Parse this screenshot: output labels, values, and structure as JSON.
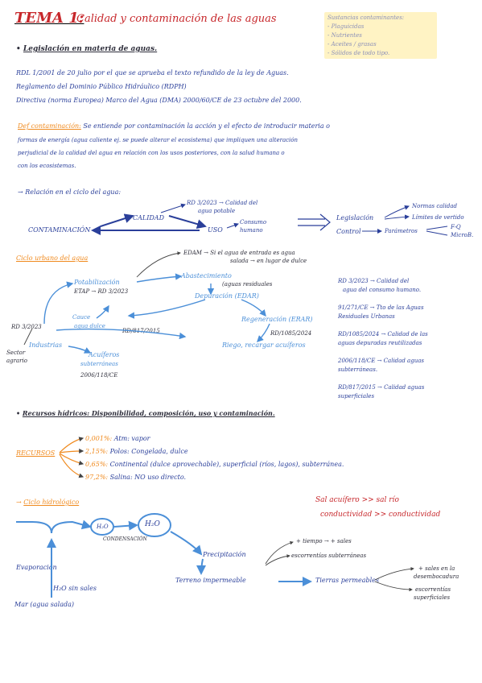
{
  "colors": {
    "title": "#c7272b",
    "text": "#2a3f9a",
    "accent": "#f08a1e",
    "arrow": "#4b8fd8",
    "note": "#c7272b",
    "sticky": "#fff3c4"
  },
  "title": {
    "prefix": "TEMA 1:",
    "rest": "Calidad y contaminación de las aguas"
  },
  "sticky": {
    "heading": "Sustancias contaminantes:",
    "items": [
      "- Plaguicidas",
      "- Nutrientes",
      "- Aceites / grasas",
      "- Sólidos de todo tipo."
    ]
  },
  "section1": {
    "heading": "Legislación en materia de aguas.",
    "lines": [
      "RDL 1/2001 de 20 julio por el que se aprueba el texto refundido de la ley de Aguas.",
      "Reglamento del Dominio Público Hidráulico (RDPH)",
      "Directiva (norma Europea) Marco del Agua (DMA) 2000/60/CE de 23 octubre del 2000."
    ]
  },
  "definition": {
    "label": "Def contaminación:",
    "lines": [
      "Se entiende por contaminación la acción y el efecto de introducir materia o",
      "formas de energía (agua caliente ej. se puede alterar el ecosistema) que impliquen una alteración",
      "perjudicial de la calidad del agua en relación con los usos posteriores, con la salud humana o",
      "con los ecosistemas."
    ]
  },
  "relacion": {
    "heading": "→ Relación en el ciclo del agua:",
    "rd": "RD 3/2023 → Calidad del",
    "rd2": "agua potable",
    "calidad": "CALIDAD",
    "contaminacion": "CONTAMINACIÓN",
    "uso": "USO",
    "consumo1": "Consumo",
    "consumo2": "humano",
    "legislacion": "Legislación",
    "control": "Control",
    "normas": "Normas calidad",
    "limites": "Límites de vertido",
    "parametros": "Parámetros",
    "fq": "F-Q",
    "micro": "MicroB."
  },
  "ciclo_urbano": {
    "heading": "Ciclo urbano del agua",
    "edam": "EDAM → Si el agua de entrada es agua",
    "edam2": "salada → en lugar de dulce",
    "potabilizacion": "Potabilización",
    "etap": "ETAP → RD 3/2023",
    "abastecimiento": "Abastecimiento",
    "aguas_residuales": "(aguas residuales",
    "depuracion": "Depuración (EDAR)",
    "regeneracion": "Regeneración (ERAR)",
    "rd1085": "RD/1085/2024",
    "riego": "Riego, recargar acuíferos",
    "cauce": "Cauce",
    "agua_dulce": "agua dulce",
    "rd817": "RD/817/2015",
    "rd3": "RD 3/2023",
    "industrias": "Industrias",
    "sector": "Sector",
    "agrario": "agrario",
    "acuiferos": "Acuíferos",
    "subterraneas": "subterráneas",
    "rd2006": "2006/118/CE",
    "refs": [
      {
        "a": "RD 3/2023 → Calidad del",
        "b": "agua del consumo humano."
      },
      {
        "a": "91/271/CE → Tto de las Aguas",
        "b": "Residuales Urbanas"
      },
      {
        "a": "RD/1085/2024 → Calidad de las",
        "b": "aguas depuradas reutilizadas"
      },
      {
        "a": "2006/118/CE → Calidad aguas",
        "b": "subterráneas."
      },
      {
        "a": "RD/817/2015 → Calidad aguas",
        "b": "superficiales"
      }
    ]
  },
  "section2": {
    "heading": "Recursos hídricos: Disponibilidad, composición, uso y contaminación.",
    "recursos": "RECURSOS",
    "items": [
      {
        "pct": "0,001%:",
        "text": "Atm: vapor"
      },
      {
        "pct": "2,15%:",
        "text": "Polos: Congelada, dulce"
      },
      {
        "pct": "0,65%:",
        "text": "Continental (dulce aprovechable), superficial (ríos, lagos), subterránea."
      },
      {
        "pct": "97,2%:",
        "text": "Salina: NO uso directo."
      }
    ]
  },
  "hidro": {
    "heading": "Ciclo hidrológico",
    "note1": "Sal acuífero >> sal río",
    "note2": "conductividad >> conductividad",
    "h2o": "H₂O",
    "h2o_b": "H₂O",
    "condensacion": "CONDENSACIÓN",
    "precipitacion": "Precipitación",
    "evaporacion": "Evaporación",
    "h2o_sin": "H₂O sin sales",
    "mar": "Mar (agua salada)",
    "terreno": "Terreno impermeable",
    "tierras": "Tierras permeables",
    "tiempo": "+ tiempo → + sales",
    "escorrentias": "escorrentías subterráneas",
    "sales1": "+ sales en la",
    "sales2": "desembocadura",
    "escorr1": "escorrentías",
    "escorr2": "superficiales"
  }
}
